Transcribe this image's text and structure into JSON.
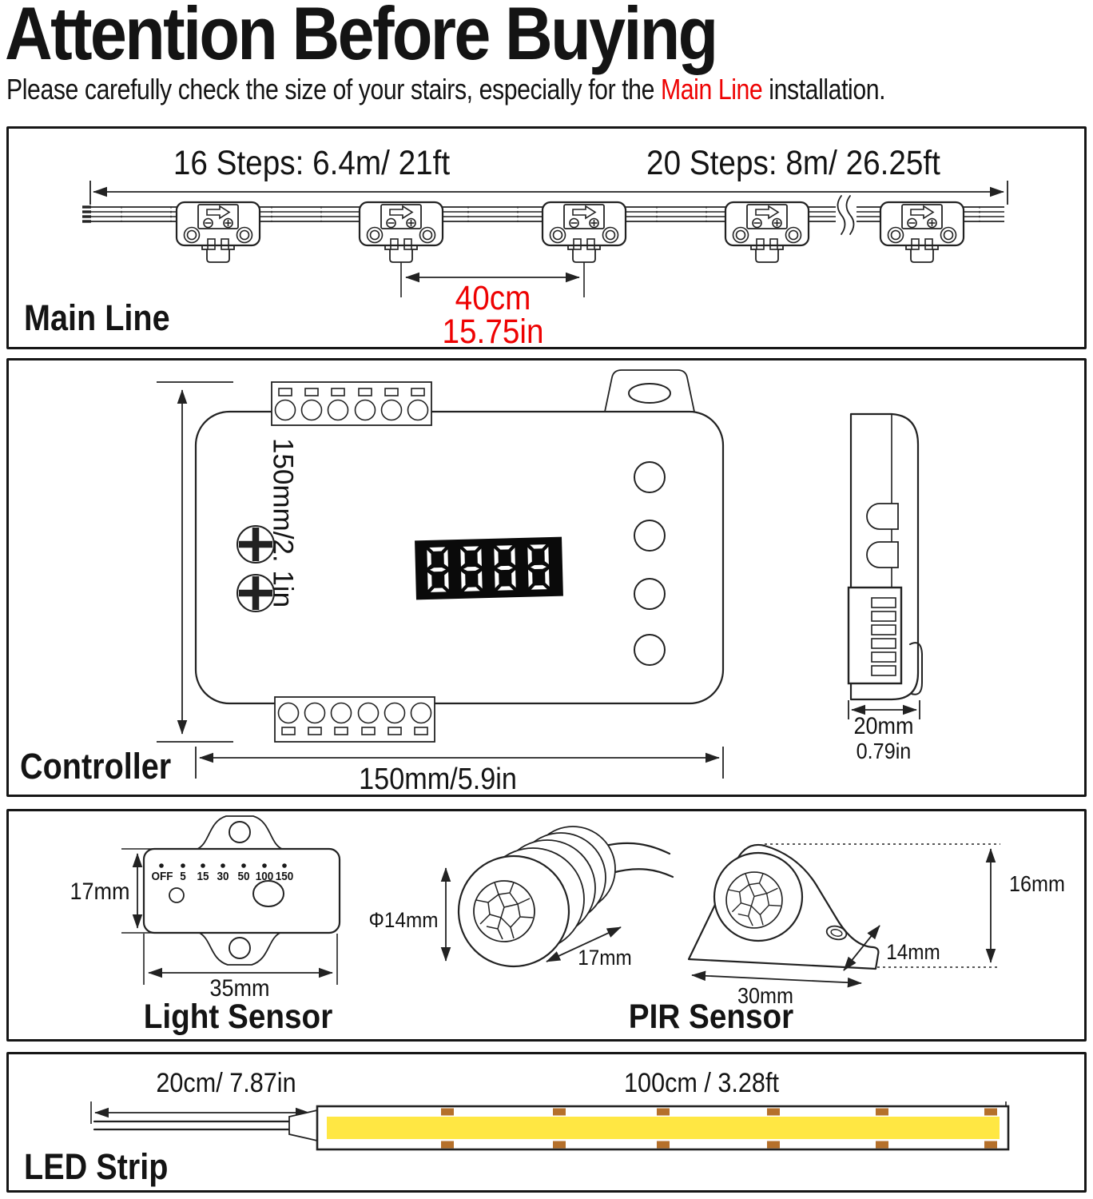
{
  "colors": {
    "accent": "#ee0202",
    "line": "#222222",
    "strip_yellow": "#ffe743",
    "pad_orange": "#b5702b"
  },
  "title": "Attention Before Buying",
  "subtitle": {
    "pre": "Please carefully check the size of your stairs, especially for the ",
    "highlight": "Main Line",
    "post": " installation."
  },
  "main_line": {
    "label": "Main Line",
    "steps16": "16 Steps: 6.4m/ 21ft",
    "steps20": "20 Steps: 8m/ 26.25ft",
    "spacing_cm": "40cm",
    "spacing_in": "15.75in"
  },
  "controller": {
    "label": "Controller",
    "height": "150mm/2. 1in",
    "width": "150mm/5.9in",
    "depth_mm": "20mm",
    "depth_in": "0.79in",
    "display_value": "8888"
  },
  "light_sensor": {
    "label": "Light Sensor",
    "height": "17mm",
    "width": "35mm",
    "scale": [
      "OFF",
      "5",
      "15",
      "30",
      "50",
      "100",
      "150"
    ]
  },
  "pir_sensor": {
    "label": "PIR Sensor",
    "diameter": "Φ14mm",
    "depth": "17mm",
    "base_width": "30mm",
    "bracket_width": "14mm",
    "bracket_height": "16mm"
  },
  "led_strip": {
    "label": "LED Strip",
    "wire_length": "20cm/ 7.87in",
    "strip_length": "100cm / 3.28ft"
  }
}
